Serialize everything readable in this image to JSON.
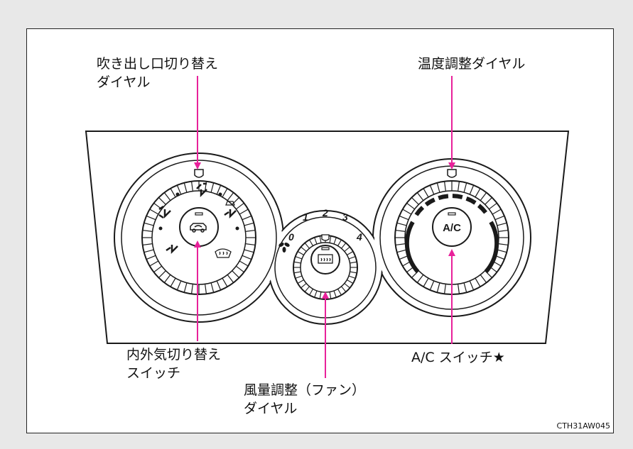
{
  "labels": {
    "outlet_dial": [
      "吹き出し口切り替え",
      "ダイヤル"
    ],
    "temp_dial": [
      "温度調整ダイヤル"
    ],
    "recirc_switch": [
      "内外気切り替え",
      "スイッチ"
    ],
    "fan_dial": [
      "風量調整（ファン）",
      "ダイヤル"
    ],
    "ac_switch": [
      "A/C スイッチ★"
    ]
  },
  "ac_button_text": "A/C",
  "fan_speeds": [
    "0",
    "1",
    "2",
    "3",
    "4"
  ],
  "figure_code": "CTH31AW045",
  "colors": {
    "leader_line": "#e8219a",
    "outline": "#1a1a1a",
    "background": "#e8e8e8"
  },
  "icons": [
    "vent-face-icon",
    "vent-bilevel-icon",
    "vent-foot-icon",
    "vent-foot-defrost-icon",
    "defroster-icon",
    "recirculation-car-icon",
    "rear-defogger-icon",
    "fan-icon"
  ]
}
